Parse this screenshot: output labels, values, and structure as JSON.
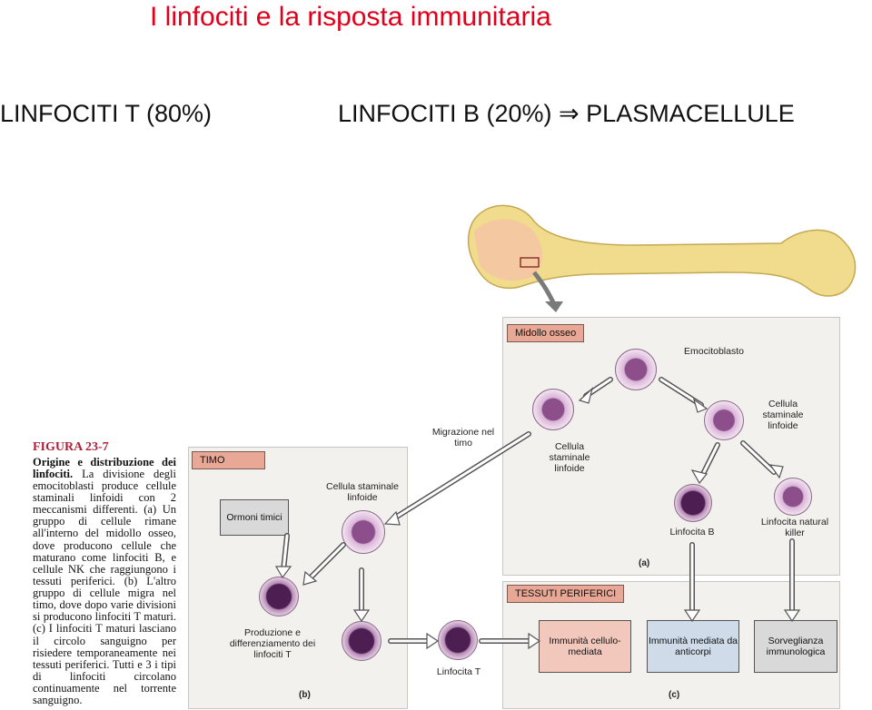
{
  "title": "I linfociti e la risposta immunitaria",
  "subtitle_t": "LINFOCITI T (80%)",
  "subtitle_b": "LINFOCITI B (20%) ⇒ PLASMACELLULE",
  "caption": {
    "figure": "FIGURA 23-7",
    "heading": "Origine e distribuzione dei linfociti.",
    "text": "La divisione degli emocitoblasti produce cellule staminali linfoidi con 2 meccanismi differenti. (a) Un gruppo di cellule rimane all'interno del midollo osseo, dove producono cellule che maturano come linfociti B, e cellule NK che raggiungono i tessuti periferici. (b) L'altro gruppo di cellule migra nel timo, dove dopo varie divisioni si producono linfociti T maturi. (c) I linfociti T maturi lasciano il circolo sanguigno per risiedere temporaneamente nei tessuti periferici. Tutti e 3 i tipi di linfociti circolano continuamente nel torrente sanguigno."
  },
  "panel_a": {
    "tag": "Midollo osseo",
    "letter": "(a)",
    "emocitoblasto": "Emocitoblasto",
    "staminale_left": "Cellula staminale linfoide",
    "staminale_right": "Cellula staminale linfoide",
    "linfocita_b": "Linfocita B",
    "nk": "Linfocita natural killer"
  },
  "migration": "Migrazione nel timo",
  "panel_b": {
    "tag": "TIMO",
    "letter": "(b)",
    "ormoni": "Ormoni timici",
    "staminale": "Cellula staminale linfoide",
    "produzione": "Produzione e differenziamento dei linfociti T"
  },
  "linfocita_t": "Linfocita T",
  "panel_c": {
    "tag": "TESSUTI PERIFERICI",
    "letter": "(c)",
    "box1": "Immunità cellulo-mediata",
    "box2": "Immunità mediata da anticorpi",
    "box3": "Sorveglianza immunologica"
  },
  "colors": {
    "title": "#e0001b",
    "tag": "#e9a796",
    "box_pink": "#f2c8bd",
    "box_blue": "#cfdbe9",
    "box_grey": "#d9d9d9",
    "bone": "#f0dc8c"
  }
}
